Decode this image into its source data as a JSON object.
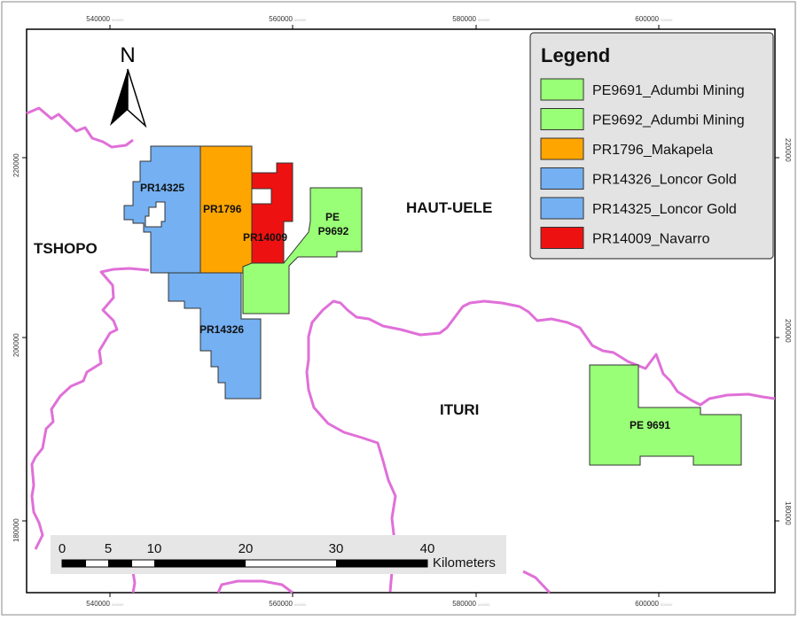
{
  "map": {
    "grid_labels": {
      "x_top": [
        "540000",
        "560000",
        "580000",
        "600000"
      ],
      "x_bottom": [
        "540000",
        "560000",
        "580000",
        "600000"
      ],
      "y_left": [
        "220000",
        "200000",
        "180000"
      ],
      "y_right": [
        "220000",
        "200000",
        "180000"
      ],
      "suffix": "000000"
    },
    "regions": [
      "TSHOPO",
      "HAUT-UELE",
      "ITURI"
    ],
    "tenements": {
      "pr14325": "PR14325",
      "pr1796": "PR1796",
      "pr14009": "PR14009",
      "pe9692_line1": "PE",
      "pe9692_line2": "P9692",
      "pr14326": "PR14326",
      "pe9691": "PE 9691"
    },
    "north_label": "N",
    "scale": {
      "ticks": [
        "0",
        "5",
        "10",
        "20",
        "30",
        "40"
      ],
      "unit": "Kilometers"
    },
    "colors": {
      "green": "#99ff77",
      "orange": "#ffa500",
      "blue": "#74b0f2",
      "red": "#ee1111",
      "border": "#e070d8"
    }
  },
  "legend": {
    "title": "Legend",
    "items": [
      {
        "label": "PE9691_Adumbi Mining",
        "color": "#99ff77"
      },
      {
        "label": "PE9692_Adumbi Mining",
        "color": "#99ff77"
      },
      {
        "label": "PR1796_Makapela",
        "color": "#ffa500"
      },
      {
        "label": "PR14326_Loncor Gold",
        "color": "#74b0f2"
      },
      {
        "label": "PR14325_Loncor Gold",
        "color": "#74b0f2"
      },
      {
        "label": "PR14009_Navarro",
        "color": "#ee1111"
      }
    ]
  }
}
